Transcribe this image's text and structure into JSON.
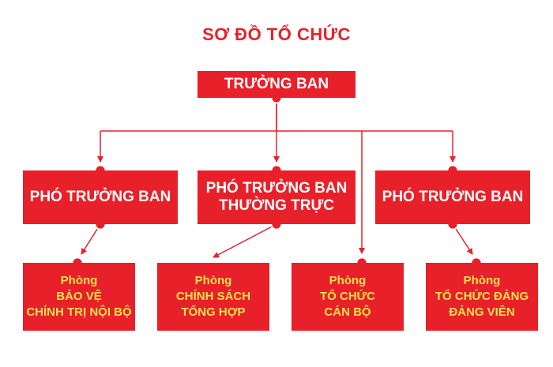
{
  "title": "SƠ ĐỒ TỔ CHỨC",
  "colors": {
    "accent": "#e8202a",
    "dept_text": "#ffe14d",
    "text": "#ffffff"
  },
  "head": {
    "label": "TRƯỞNG BAN"
  },
  "deputies": [
    {
      "lines": [
        "PHÓ TRƯỞNG BAN"
      ]
    },
    {
      "lines": [
        "PHÓ TRƯỞNG BAN",
        "THƯỜNG TRỰC"
      ]
    },
    {
      "lines": [
        "PHÓ TRƯỞNG BAN"
      ]
    }
  ],
  "departments": [
    {
      "lines": [
        "Phòng",
        "BẢO VỆ",
        "CHÍNH TRỊ NỘI BỘ"
      ]
    },
    {
      "lines": [
        "Phòng",
        "CHÍNH SÁCH",
        "TỔNG HỢP"
      ]
    },
    {
      "lines": [
        "Phòng",
        "TỔ CHỨC",
        "CÁN BỘ"
      ]
    },
    {
      "lines": [
        "Phòng",
        "TỔ CHỨC ĐẢNG",
        "ĐẢNG VIÊN"
      ]
    }
  ]
}
